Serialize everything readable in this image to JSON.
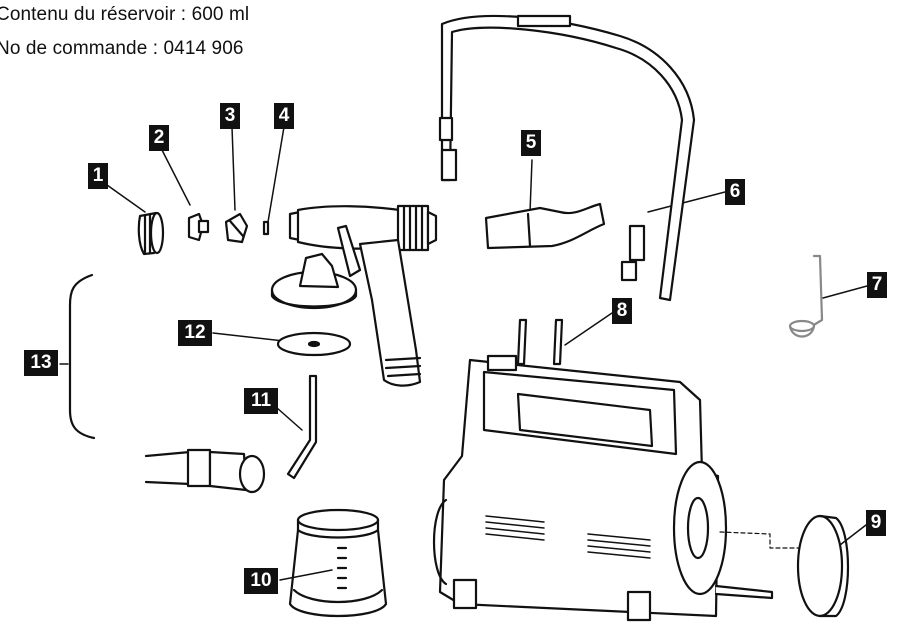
{
  "info": {
    "capacity": "Contenu du réservoir : 600 ml",
    "order_no": "No de commande : 0414 906"
  },
  "callouts": [
    "1",
    "2",
    "3",
    "4",
    "5",
    "6",
    "7",
    "8",
    "9",
    "10",
    "11",
    "12",
    "13"
  ]
}
